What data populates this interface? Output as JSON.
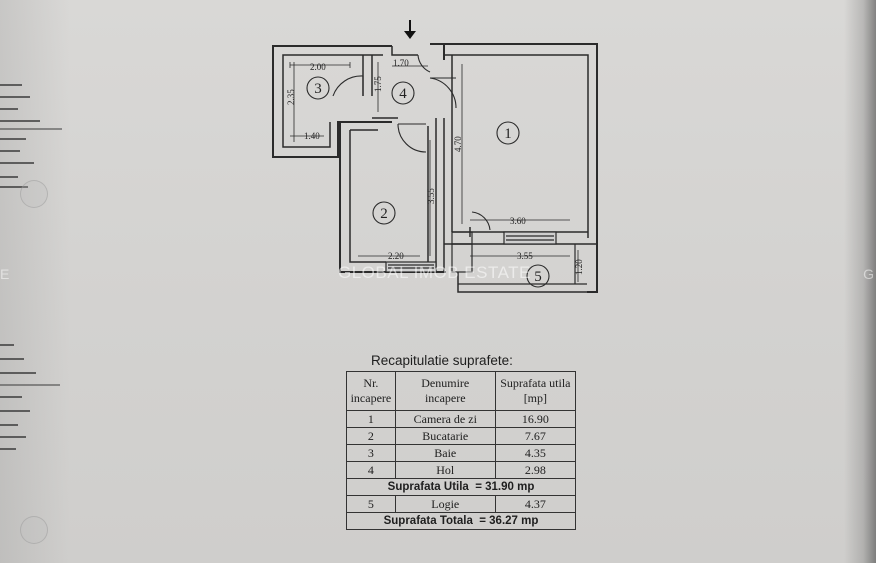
{
  "watermark": "GLOBAL IMOB ESTATE",
  "edge_marks": {
    "left": "E",
    "right": "G"
  },
  "plan": {
    "rooms": [
      {
        "number": "1",
        "icon": "circle"
      },
      {
        "number": "2",
        "icon": "circle"
      },
      {
        "number": "3",
        "icon": "circle"
      },
      {
        "number": "4",
        "icon": "circle"
      },
      {
        "number": "5",
        "icon": "circle"
      }
    ],
    "dimensions": {
      "baie_width": "2.00",
      "baie_height": "2.35",
      "baie_bottom": "1.40",
      "hol_height": "1.75",
      "hol_width": "1.70",
      "camera_height": "4.70",
      "camera_width": "3.60",
      "bucatarie_height": "3.55",
      "bucatarie_width": "2.20",
      "logie_width": "3.55",
      "logie_height": "1.20"
    },
    "entrance_icon": "arrow-down-icon"
  },
  "recap": {
    "title": "Recapitulatie suprafete:",
    "headers": {
      "nr_line1": "Nr.",
      "nr_line2": "incapere",
      "name_line1": "Denumire",
      "name_line2": "incapere",
      "area_line1": "Suprafata utila",
      "area_line2": "[mp]"
    },
    "rows": [
      {
        "nr": "1",
        "name": "Camera de zi",
        "area": "16.90"
      },
      {
        "nr": "2",
        "name": "Bucatarie",
        "area": "7.67"
      },
      {
        "nr": "3",
        "name": "Baie",
        "area": "4.35"
      },
      {
        "nr": "4",
        "name": "Hol",
        "area": "2.98"
      }
    ],
    "subtotal": "Suprafata Utila  = 31.90 mp",
    "extra_row": {
      "nr": "5",
      "name": "Logie",
      "area": "4.37"
    },
    "total": "Suprafata Totala  = 36.27 mp"
  }
}
